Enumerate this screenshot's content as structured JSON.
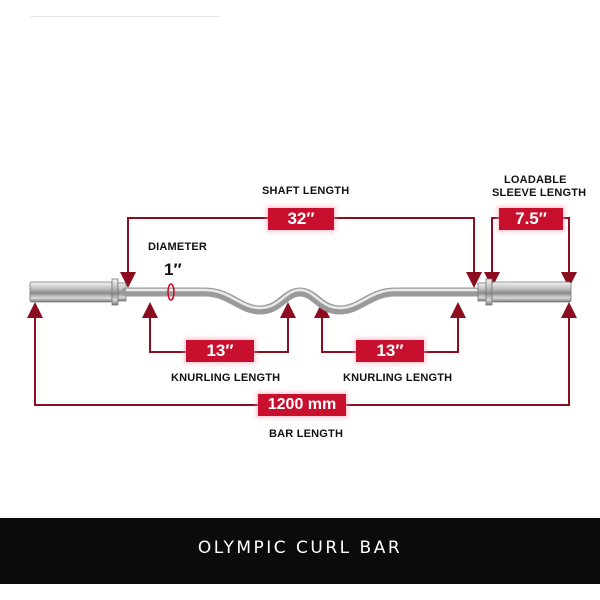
{
  "diagram": {
    "shaft": {
      "label": "SHAFT LENGTH",
      "value": "32″"
    },
    "sleeve": {
      "label_line1": "LOADABLE",
      "label_line2": "SLEEVE LENGTH",
      "value": "7.5″"
    },
    "diameter": {
      "label": "DIAMETER",
      "value": "1″"
    },
    "knurling_left": {
      "label": "KNURLING LENGTH",
      "value": "13″"
    },
    "knurling_right": {
      "label": "KNURLING LENGTH",
      "value": "13″"
    },
    "bar": {
      "label": "BAR LENGTH",
      "value": "1200 mm"
    }
  },
  "footer": {
    "title": "OLYMPIC CURL BAR"
  },
  "colors": {
    "dimension_red": "#c8102e",
    "footer_bg": "#0b0b0b"
  }
}
